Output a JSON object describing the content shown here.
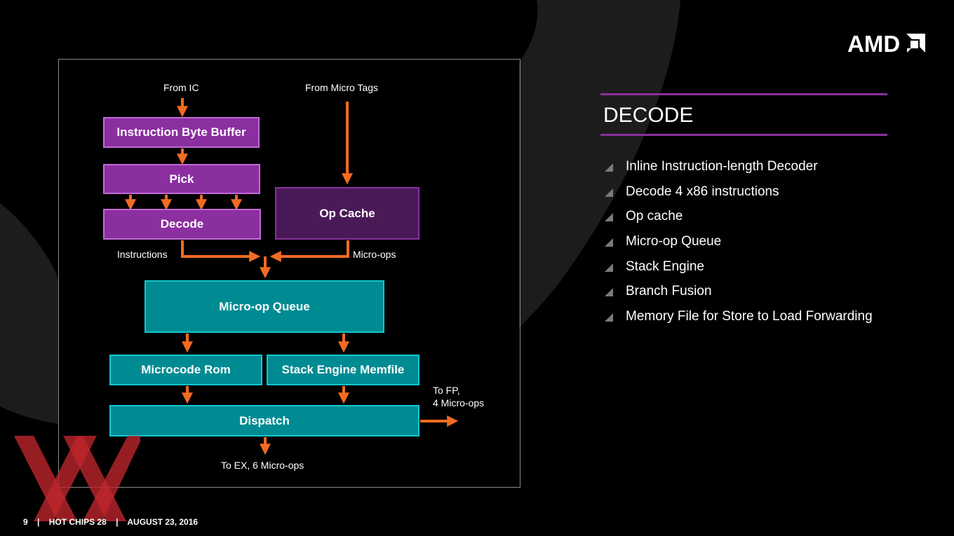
{
  "logo": {
    "text": "AMD",
    "icon": "amd-arrow-icon"
  },
  "diagram": {
    "from_ic": "From IC",
    "from_micro_tags": "From Micro Tags",
    "instruction_byte_buffer": "Instruction Byte Buffer",
    "pick": "Pick",
    "decode": "Decode",
    "op_cache": "Op Cache",
    "instructions": "Instructions",
    "micro_ops": "Micro-ops",
    "micro_op_queue": "Micro-op Queue",
    "microcode_rom": "Microcode Rom",
    "stack_engine_memfile": "Stack Engine Memfile",
    "dispatch": "Dispatch",
    "to_fp_line1": "To FP,",
    "to_fp_line2": "4 Micro-ops",
    "to_ex": "To EX, 6 Micro-ops"
  },
  "section": {
    "title": "DECODE",
    "bullets": [
      "Inline Instruction-length Decoder",
      "Decode 4 x86 instructions",
      "Op cache",
      "Micro-op Queue",
      "Stack Engine",
      "Branch Fusion",
      "Memory File for Store to Load Forwarding"
    ]
  },
  "footer": {
    "page_number": "9",
    "sep": "|",
    "event": "HOT CHIPS 28",
    "date": "AUGUST 23, 2016"
  },
  "colors": {
    "purple": "#8b2fa0",
    "dark_purple": "#4a1a58",
    "teal": "#008b93",
    "arrow_orange": "#f26b22",
    "watermark_red": "#c0272d"
  }
}
